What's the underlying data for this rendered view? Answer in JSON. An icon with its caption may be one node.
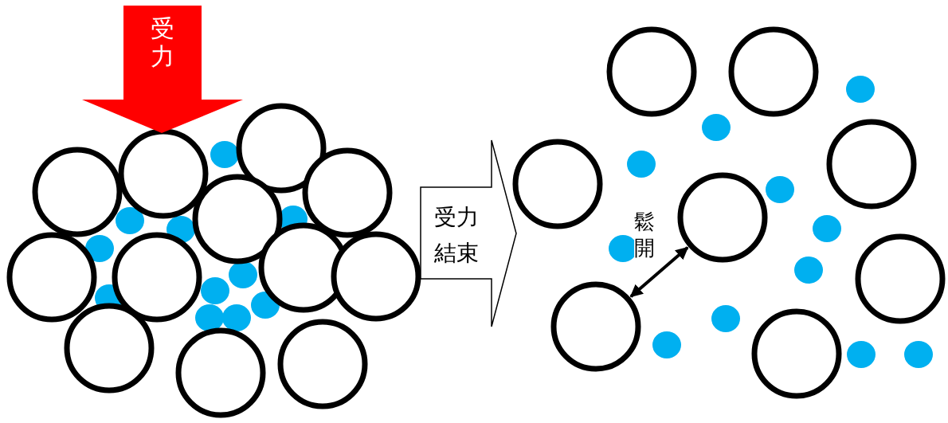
{
  "diagram": {
    "nodes": [
      {
        "text": [
          "受力"
        ]
      },
      {
        "text": [
          "受力結束"
        ]
      },
      {
        "text": [],
        "shape": "circle"
      },
      {
        "text": [],
        "shape": "circle"
      },
      {
        "text": [],
        "shape": "circle"
      },
      {
        "text": [],
        "shape": "circle"
      },
      {
        "text": [],
        "shape": "circle"
      },
      {
        "text": [],
        "shape": "circle"
      },
      {
        "text": [],
        "shape": "circle"
      },
      {
        "text": [],
        "shape": "circle"
      }
    ],
    "edges": [
      {
        "from": 6,
        "to": 8,
        "arrow": "both",
        "label": "鬆開"
      }
    ]
  }
}
